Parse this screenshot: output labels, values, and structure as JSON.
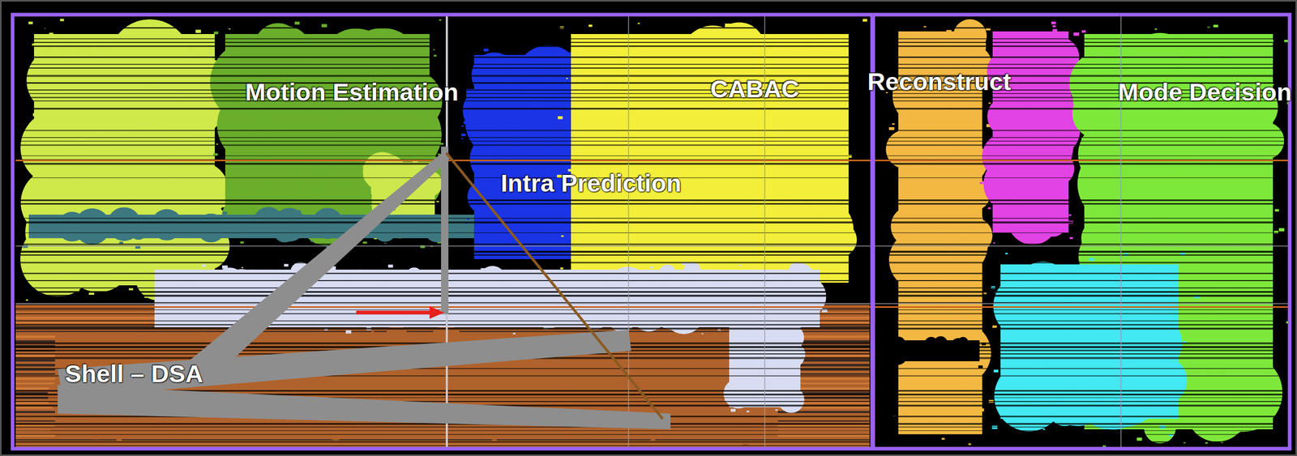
{
  "diagram": {
    "labels": [
      "Motion Estimation",
      "CABAC",
      "Intra Prediction",
      "Reconstruct",
      "Mode Decision",
      "Shell – DSA"
    ]
  }
}
